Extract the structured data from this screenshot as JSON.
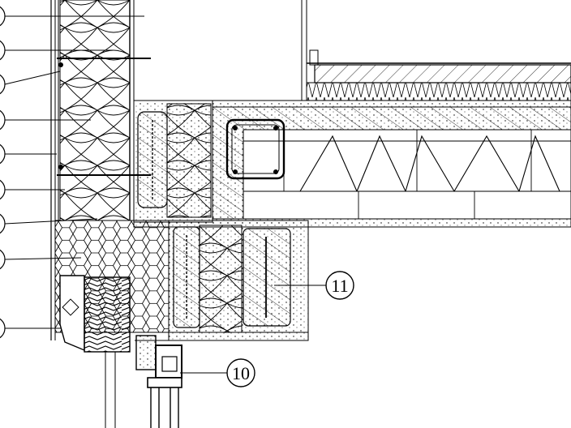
{
  "drawing": {
    "title": "",
    "callouts": [
      {
        "id": "callout-11",
        "label": "11"
      },
      {
        "id": "callout-10",
        "label": "10"
      }
    ],
    "colors": {
      "line": "#000000",
      "background": "#ffffff"
    }
  }
}
